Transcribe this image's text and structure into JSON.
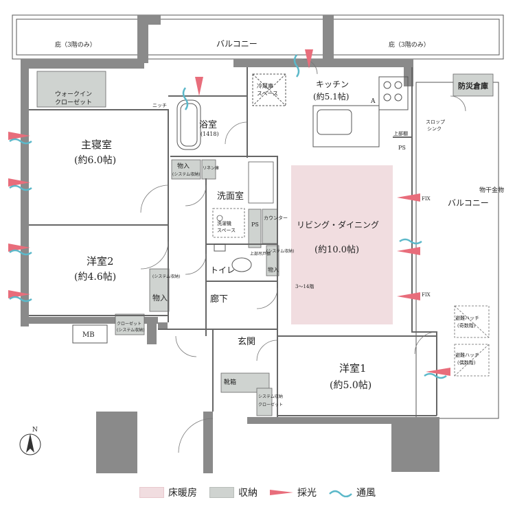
{
  "rooms": {
    "balcony_top": "バルコニー",
    "garden_left": "庇（3階のみ）",
    "garden_right": "庇（3階のみ）",
    "kitchen": "キッチン",
    "kitchen_size": "(約5.1帖)",
    "fridge": "冷蔵庫",
    "fridge_space": "スペース",
    "bousai": "防災倉庫",
    "walkin1": "ウォークイン",
    "walkin2": "クローゼット",
    "niche": "ニッチ",
    "bath": "浴室",
    "bath_size": "(1418)",
    "master": "主寝室",
    "master_size": "(約6.0帖)",
    "storage1": "物入",
    "storage1_sub": "(システム収納)",
    "linen": "リネン庫",
    "washroom": "洗面室",
    "washer1": "洗濯機",
    "washer2": "スペース",
    "ps1": "PS",
    "ps2": "PS",
    "counter": "カウンター",
    "living": "リビング・ダイニング",
    "living_size": "(約10.0帖)",
    "ceiling_note": "上部吊戸棚",
    "toilet": "トイレ",
    "sys_storage": "(システム収納)",
    "storage2": "物入",
    "western2": "洋室2",
    "western2_size": "(約4.6帖)",
    "storage3": "物入",
    "storage3_sub": "(システム収納)",
    "corridor": "廊下",
    "closet_bottom1": "クローゼット",
    "closet_bottom2": "(システム収納)",
    "mb": "MB",
    "entrance": "玄関",
    "shoe": "靴箱",
    "western1": "洋室1",
    "western1_size": "(約5.0帖)",
    "closet_w1": "システム収納",
    "closet_w1b": "クローゼット",
    "balcony_right": "バルコニー",
    "laundry": "物干金物",
    "sink1": "スロップ",
    "sink2": "シンク",
    "hatch_odd": "避難ハッチ",
    "hatch_odd_sub": "(奇数階)",
    "hatch_even": "避難ハッチ",
    "hatch_even_sub": "(偶数階)",
    "fix1": "FIX",
    "fix2": "FIX",
    "ceiling_height": "3〜14階",
    "upper_shelf": "上部棚",
    "letter_a": "A",
    "compass_n": "N"
  },
  "legend": {
    "floor_heating": "床暖房",
    "storage": "収納",
    "daylight": "採光",
    "ventilation": "通風"
  },
  "colors": {
    "floor_heating": "#f1dde0",
    "storage": "#cfd3d0",
    "daylight": "#e86d7b",
    "ventilation": "#5bb8c9",
    "wall": "#7a7a7a"
  }
}
